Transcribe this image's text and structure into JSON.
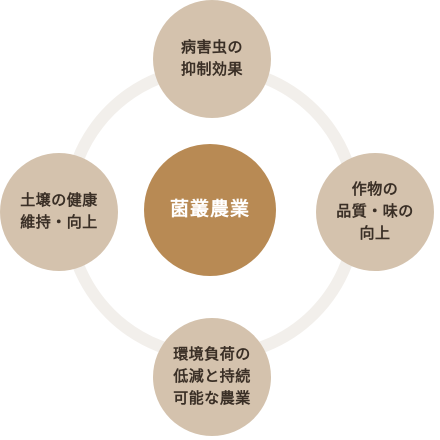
{
  "diagram": {
    "center": {
      "label": "菌叢農業"
    },
    "nodes": {
      "top": {
        "label": "病害虫の\n抑制効果"
      },
      "right": {
        "label": "作物の\n品質・味の\n向上"
      },
      "bottom": {
        "label": "環境負荷の\n低減と持続\n可能な農業"
      },
      "left": {
        "label": "土壌の健康\n維持・向上"
      }
    },
    "colors": {
      "center_fill": "#b88a54",
      "node_fill": "#d4c2ad",
      "ring": "#f2efeb",
      "node_text": "#3a2f26",
      "center_text": "#ffffff"
    }
  }
}
